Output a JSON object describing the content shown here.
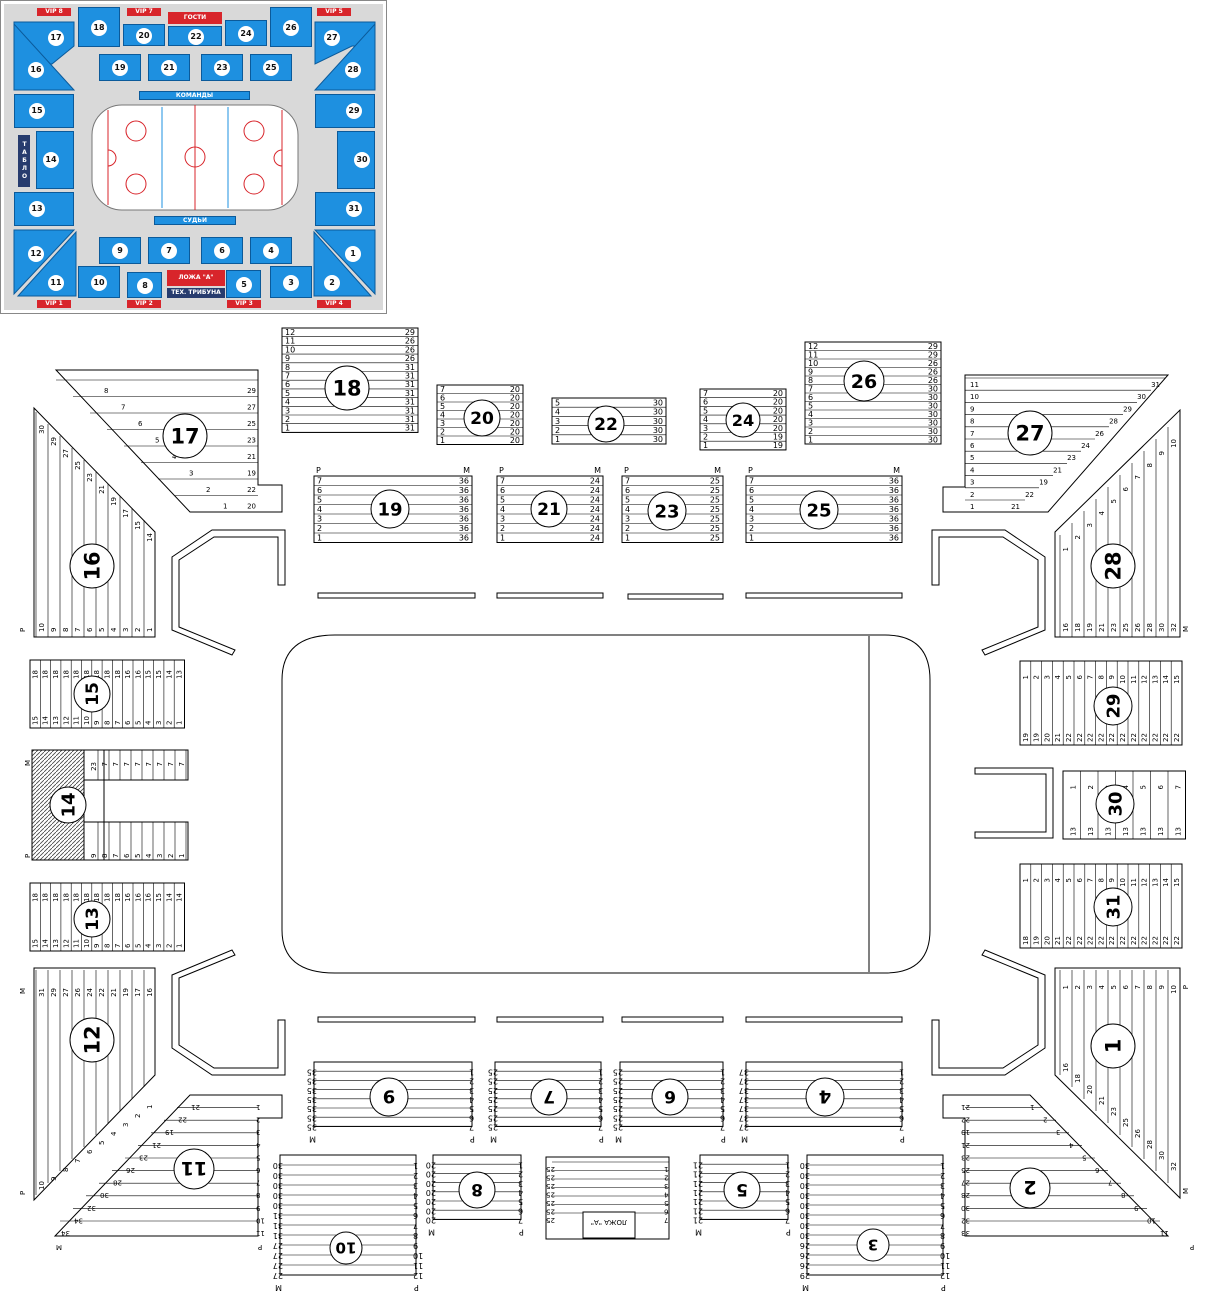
{
  "mini_map": {
    "vip_labels": {
      "vip8": "VIP 8",
      "vip7": "VIP 7",
      "vip5": "VIP 5",
      "vip1": "VIP 1",
      "vip2": "VIP 2",
      "vip3": "VIP 3",
      "vip4": "VIP 4"
    },
    "guests": "ГОСТИ",
    "teams": "КОМАНДЫ",
    "judges": "СУДЬИ",
    "box_a": "ЛОЖА \"А\"",
    "press": "ТЕХ. ТРИБУНА",
    "board": "ТАБЛО",
    "sections": [
      "1",
      "2",
      "3",
      "4",
      "5",
      "6",
      "7",
      "8",
      "9",
      "10",
      "11",
      "12",
      "13",
      "14",
      "15",
      "16",
      "17",
      "18",
      "19",
      "20",
      "21",
      "22",
      "23",
      "24",
      "25",
      "26",
      "27",
      "28",
      "29",
      "30",
      "31"
    ],
    "colors": {
      "seat": "#1e90e0",
      "vip": "#d8252b",
      "dark": "#273c6e",
      "background": "#d9d9d9"
    }
  },
  "arena": {
    "sections": {
      "s1": "1",
      "s2": "2",
      "s3": "3",
      "s4": "4",
      "s5": "5",
      "s6": "6",
      "s7": "7",
      "s8": "8",
      "s9": "9",
      "s10": "10",
      "s11": "11",
      "s12": "12",
      "s13": "13",
      "s14": "14",
      "s15": "15",
      "s16": "16",
      "s17": "17",
      "s18": "18",
      "s19": "19",
      "s20": "20",
      "s21": "21",
      "s22": "22",
      "s23": "23",
      "s24": "24",
      "s25": "25",
      "s26": "26",
      "s27": "27",
      "s28": "28",
      "s29": "29",
      "s30": "30",
      "s31": "31"
    },
    "box_a_label": "ЛОЖА \"А\"",
    "row_marker": "Р",
    "seat_marker": "М",
    "sec18": {
      "rows": [
        "12",
        "11",
        "10",
        "9",
        "8",
        "7",
        "6",
        "5",
        "4",
        "3",
        "2",
        "1"
      ],
      "seats": [
        "29",
        "26",
        "26",
        "26",
        "31",
        "31",
        "31",
        "31",
        "31",
        "31",
        "31",
        "31"
      ]
    },
    "sec26": {
      "rows": [
        "12",
        "11",
        "10",
        "9",
        "8",
        "7",
        "6",
        "5",
        "4",
        "3",
        "2",
        "1"
      ],
      "seats": [
        "29",
        "29",
        "26",
        "26",
        "26",
        "30",
        "30",
        "30",
        "30",
        "30",
        "30",
        "30"
      ]
    },
    "sec20": {
      "rows": [
        "7",
        "6",
        "5",
        "4",
        "3",
        "2",
        "1"
      ],
      "seats": [
        "20",
        "20",
        "20",
        "20",
        "20",
        "20",
        "20"
      ]
    },
    "sec22": {
      "rows": [
        "5",
        "4",
        "3",
        "2",
        "1"
      ],
      "seats": [
        "30",
        "30",
        "30",
        "30",
        "30"
      ]
    },
    "sec24": {
      "rows": [
        "7",
        "6",
        "5",
        "4",
        "3",
        "2",
        "1"
      ],
      "seats": [
        "20",
        "20",
        "20",
        "20",
        "20",
        "19",
        "19"
      ]
    },
    "sec19": {
      "rows": [
        "7",
        "6",
        "5",
        "4",
        "3",
        "2",
        "1"
      ],
      "seats": [
        "36",
        "36",
        "36",
        "36",
        "36",
        "36",
        "36"
      ]
    },
    "sec21": {
      "rows": [
        "7",
        "6",
        "5",
        "4",
        "3",
        "2",
        "1"
      ],
      "seats": [
        "24",
        "24",
        "24",
        "24",
        "24",
        "24",
        "24"
      ]
    },
    "sec23": {
      "rows": [
        "7",
        "6",
        "5",
        "4",
        "3",
        "2",
        "1"
      ],
      "seats": [
        "25",
        "25",
        "25",
        "25",
        "25",
        "25",
        "25"
      ]
    },
    "sec25": {
      "rows": [
        "7",
        "6",
        "5",
        "4",
        "3",
        "2",
        "1"
      ],
      "seats": [
        "36",
        "36",
        "36",
        "36",
        "36",
        "36",
        "36"
      ]
    },
    "sec17": {
      "rows": [
        "8",
        "7",
        "6",
        "5",
        "4",
        "3",
        "2",
        "1"
      ],
      "seats": [
        "29",
        "27",
        "25",
        "23",
        "21",
        "19",
        "22",
        "20"
      ]
    },
    "sec27": {
      "rows": [
        "11",
        "10",
        "9",
        "8",
        "7",
        "6",
        "5",
        "4",
        "3",
        "2",
        "1"
      ],
      "seats": [
        "31",
        "30",
        "29",
        "28",
        "26",
        "24",
        "23",
        "21",
        "19",
        "22",
        "21"
      ]
    },
    "sec9": {
      "rows": [
        "1",
        "2",
        "3",
        "4",
        "5",
        "6",
        "7"
      ],
      "seats": [
        "35",
        "35",
        "35",
        "35",
        "35",
        "35",
        "35"
      ]
    },
    "sec7": {
      "rows": [
        "1",
        "2",
        "3",
        "4",
        "5",
        "6",
        "7"
      ],
      "seats": [
        "25",
        "25",
        "25",
        "25",
        "25",
        "25",
        "25"
      ]
    },
    "sec6": {
      "rows": [
        "1",
        "2",
        "3",
        "4",
        "5",
        "6",
        "7"
      ],
      "seats": [
        "25",
        "25",
        "25",
        "25",
        "25",
        "25",
        "25"
      ]
    },
    "sec4": {
      "rows": [
        "1",
        "2",
        "3",
        "4",
        "5",
        "6",
        "7"
      ],
      "seats": [
        "37",
        "37",
        "37",
        "37",
        "37",
        "37",
        "37"
      ]
    },
    "sec8": {
      "rows": [
        "1",
        "2",
        "3",
        "4",
        "5",
        "6",
        "7"
      ],
      "seats": [
        "20",
        "20",
        "20",
        "20",
        "20",
        "20",
        "20"
      ]
    },
    "sec5": {
      "rows": [
        "1",
        "2",
        "3",
        "4",
        "5",
        "6",
        "7"
      ],
      "seats": [
        "21",
        "21",
        "21",
        "21",
        "21",
        "21",
        "21"
      ]
    },
    "sec10": {
      "rows": [
        "1",
        "2",
        "3",
        "4",
        "5",
        "6",
        "7",
        "8",
        "9",
        "10",
        "11",
        "12"
      ],
      "seats": [
        "30",
        "30",
        "30",
        "30",
        "30",
        "31",
        "31",
        "31",
        "27",
        "27",
        "27",
        "27"
      ]
    },
    "sec3": {
      "rows": [
        "1",
        "2",
        "3",
        "4",
        "5",
        "6",
        "7",
        "8",
        "9",
        "10",
        "11",
        "12"
      ],
      "seats": [
        "30",
        "30",
        "30",
        "30",
        "30",
        "30",
        "30",
        "30",
        "26",
        "26",
        "26",
        "29"
      ]
    },
    "sec16": {
      "rows": [
        "10",
        "9",
        "8",
        "7",
        "6",
        "5",
        "4",
        "3",
        "2",
        "1"
      ],
      "seats": [
        "30",
        "29",
        "27",
        "25",
        "23",
        "21",
        "19",
        "17",
        "15",
        "14"
      ]
    },
    "sec12": {
      "rows": [
        "10",
        "9",
        "8",
        "7",
        "6",
        "5",
        "4",
        "3",
        "2",
        "1"
      ],
      "seats": [
        "31",
        "29",
        "27",
        "26",
        "24",
        "22",
        "21",
        "19",
        "17",
        "16"
      ]
    },
    "sec28": {
      "rows": [
        "1",
        "2",
        "3",
        "4",
        "5",
        "6",
        "7",
        "8",
        "9",
        "10"
      ],
      "seats": [
        "16",
        "18",
        "19",
        "21",
        "23",
        "25",
        "26",
        "28",
        "30",
        "32"
      ]
    },
    "sec1": {
      "rows": [
        "1",
        "2",
        "3",
        "4",
        "5",
        "6",
        "7",
        "8",
        "9",
        "10"
      ],
      "seats": [
        "16",
        "18",
        "20",
        "21",
        "23",
        "25",
        "26",
        "28",
        "30",
        "32"
      ]
    },
    "sec15": {
      "rows": [
        "15",
        "14",
        "13",
        "12",
        "11",
        "10",
        "9",
        "8",
        "7",
        "6",
        "5",
        "4",
        "3",
        "2",
        "1"
      ],
      "seats": [
        "18",
        "18",
        "18",
        "18",
        "18",
        "18",
        "18",
        "18",
        "18",
        "16",
        "16",
        "15",
        "15",
        "14",
        "13"
      ]
    },
    "sec13": {
      "rows": [
        "15",
        "14",
        "13",
        "12",
        "11",
        "10",
        "9",
        "8",
        "7",
        "6",
        "5",
        "4",
        "3",
        "2",
        "1"
      ],
      "seats": [
        "18",
        "18",
        "18",
        "18",
        "18",
        "18",
        "18",
        "18",
        "18",
        "16",
        "16",
        "16",
        "15",
        "14",
        "14"
      ]
    },
    "sec14": {
      "rows": [
        "9",
        "8",
        "7",
        "6",
        "5",
        "4",
        "3",
        "2",
        "1"
      ],
      "seats": [
        "23",
        "7",
        "7",
        "7",
        "7",
        "7",
        "7",
        "7",
        "7"
      ]
    },
    "sec29": {
      "rows": [
        "1",
        "2",
        "3",
        "4",
        "5",
        "6",
        "7",
        "8",
        "9",
        "10",
        "11",
        "12",
        "13",
        "14",
        "15"
      ],
      "seats": [
        "19",
        "19",
        "20",
        "21",
        "22",
        "22",
        "22",
        "22",
        "22",
        "22",
        "22",
        "22",
        "22",
        "22",
        "22"
      ]
    },
    "sec31": {
      "rows": [
        "1",
        "2",
        "3",
        "4",
        "5",
        "6",
        "7",
        "8",
        "9",
        "10",
        "11",
        "12",
        "13",
        "14",
        "15"
      ],
      "seats": [
        "18",
        "19",
        "20",
        "21",
        "22",
        "22",
        "22",
        "22",
        "22",
        "22",
        "22",
        "22",
        "22",
        "22",
        "22"
      ]
    },
    "sec30": {
      "rows": [
        "1",
        "2",
        "3",
        "4",
        "5",
        "6",
        "7"
      ],
      "seats": [
        "13",
        "13",
        "13",
        "13",
        "13",
        "13",
        "13"
      ]
    },
    "sec11": {
      "rows": [
        "1",
        "2",
        "3",
        "4",
        "5",
        "6",
        "7",
        "8",
        "9",
        "10",
        "11"
      ],
      "seats": [
        "21",
        "22",
        "19",
        "21",
        "23",
        "26",
        "28",
        "30",
        "32",
        "34",
        "34"
      ]
    },
    "sec2": {
      "rows": [
        "1",
        "2",
        "3",
        "4",
        "5",
        "6",
        "7",
        "8",
        "9",
        "10",
        "11"
      ],
      "seats": [
        "21",
        "22",
        "19",
        "21",
        "23",
        "25",
        "27",
        "28",
        "30",
        "32",
        "33"
      ]
    }
  }
}
